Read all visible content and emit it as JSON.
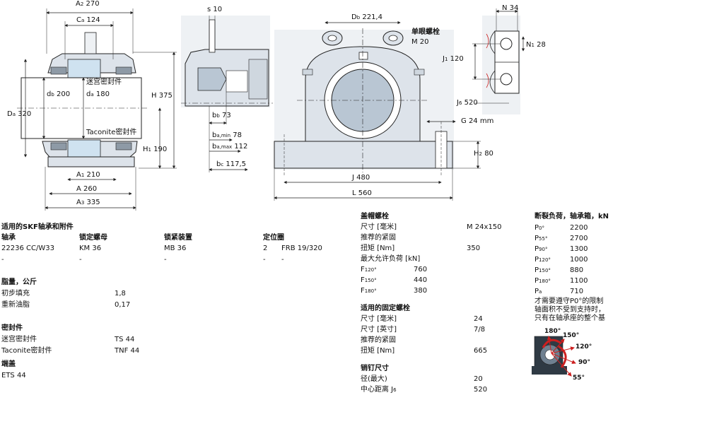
{
  "drawing": {
    "a2_label": "A",
    "a2_sub": "2",
    "a2_val": "270",
    "ca_label": "C",
    "ca_sub": "a",
    "ca_val": "124",
    "s_label": "s",
    "s_val": "10",
    "db_top_label": "D",
    "db_top_sub": "b",
    "db_top_val": "221,4",
    "eyebolt_title": "单眼螺栓",
    "eyebolt_val": "M 20",
    "n_label": "N",
    "n_val": "34",
    "n1_label": "N",
    "n1_sub": "1",
    "n1_val": "28",
    "j1_label": "J",
    "j1_sub": "1",
    "j1_val": "120",
    "j6_label": "J",
    "j6_sub": "6",
    "j6_val": "520",
    "g_label": "G",
    "g_val": "24 mm",
    "h2_label": "H",
    "h2_sub": "2",
    "h2_val": "80",
    "j_label": "J",
    "j_val": "480",
    "l_label": "L",
    "l_val": "560",
    "db_left_label": "d",
    "db_left_sub": "b",
    "db_left_val": "200",
    "da_left_label": "d",
    "da_left_sub": "a",
    "da_left_val": "180",
    "Da_label": "D",
    "Da_sub": "a",
    "Da_val": "320",
    "h_label": "H",
    "h_val": "375",
    "h1_label": "H",
    "h1_sub": "1",
    "h1_val": "190",
    "labyrinth_seal": "迷宫密封件",
    "taconite_seal": "Taconite密封件",
    "a1_label": "A",
    "a1_sub": "1",
    "a1_val": "210",
    "a_label": "A",
    "a_val": "260",
    "a3_label": "A",
    "a3_sub": "3",
    "a3_val": "335",
    "bb_label": "b",
    "bb_sub": "b",
    "bb_val": "73",
    "bamin_label": "b",
    "bamin_sub": "a,min",
    "bamin_val": "78",
    "bamax_label": "b",
    "bamax_sub": "a,max",
    "bamax_val": "112",
    "bc_label": "b",
    "bc_sub": "c",
    "bc_val": "117,5"
  },
  "left_table": {
    "title": "适用的SKF轴承和附件",
    "headers": [
      "轴承",
      "锁定螺母",
      "锁紧装置",
      "定位圈"
    ],
    "rows": [
      [
        "22236 CC/W33",
        "KM 36",
        "MB 36",
        "2",
        "FRB 19/320"
      ],
      [
        "-",
        "-",
        "-",
        "-",
        "-"
      ]
    ]
  },
  "grease": {
    "title": "脂量，公斤",
    "rows": [
      {
        "label": "初步填充",
        "value": "1,8"
      },
      {
        "label": "重新油脂",
        "value": "0,17"
      }
    ]
  },
  "seals": {
    "title": "密封件",
    "rows": [
      {
        "label": "迷宫密封件",
        "value": "TS 44"
      },
      {
        "label": "Taconite密封件",
        "value": "TNF 44"
      }
    ]
  },
  "end_cover": {
    "title": "端盖",
    "value": "ETS 44"
  },
  "cap_bolts": {
    "title": "盖帽螺栓",
    "size_label": "尺寸 [毫米]",
    "size_value": "M 24x150",
    "torque_title": "推荐的紧固",
    "torque_label": "扭矩 [Nm]",
    "torque_value": "350",
    "maxload_title": "最大允许负荷 [kN]",
    "loads": [
      {
        "label": "F",
        "sub": "120°",
        "value": "760"
      },
      {
        "label": "F",
        "sub": "150°",
        "value": "440"
      },
      {
        "label": "F",
        "sub": "180°",
        "value": "380"
      }
    ]
  },
  "attach_bolts": {
    "title": "适用的固定螺栓",
    "size_mm_label": "尺寸 [毫米]",
    "size_mm_value": "24",
    "size_in_label": "尺寸 [英寸]",
    "size_in_value": "7/8",
    "torque_title": "推荐的紧固",
    "torque_label": "扭矩 [Nm]",
    "torque_value": "665"
  },
  "dowel": {
    "title": "销钉尺寸",
    "dia_label": "径(最大)",
    "dia_value": "20",
    "center_label": "中心距离 J",
    "center_sub": "6",
    "center_value": "520"
  },
  "breaking": {
    "title": "断裂负荷，轴承箱，kN",
    "rows": [
      {
        "label": "P",
        "sub": "0°",
        "value": "2200"
      },
      {
        "label": "P",
        "sub": "55°",
        "value": "2700"
      },
      {
        "label": "P",
        "sub": "90°",
        "value": "1300"
      },
      {
        "label": "P",
        "sub": "120°",
        "value": "1000"
      },
      {
        "label": "P",
        "sub": "150°",
        "value": "880"
      },
      {
        "label": "P",
        "sub": "180°",
        "value": "1100"
      },
      {
        "label": "P",
        "sub": "a",
        "value": "710"
      }
    ],
    "note": [
      "才需要遵守P0°的限制",
      "轴面积不受到支持时，",
      "只有在轴承座的整个基"
    ],
    "angles": [
      "180°",
      "150°",
      "120°",
      "90°",
      "55°"
    ]
  },
  "colors": {
    "housing_fill": "#dde3ea",
    "bearing_fill": "#b9c6d3",
    "accent_red": "#cc1f1f",
    "line": "#222222"
  }
}
